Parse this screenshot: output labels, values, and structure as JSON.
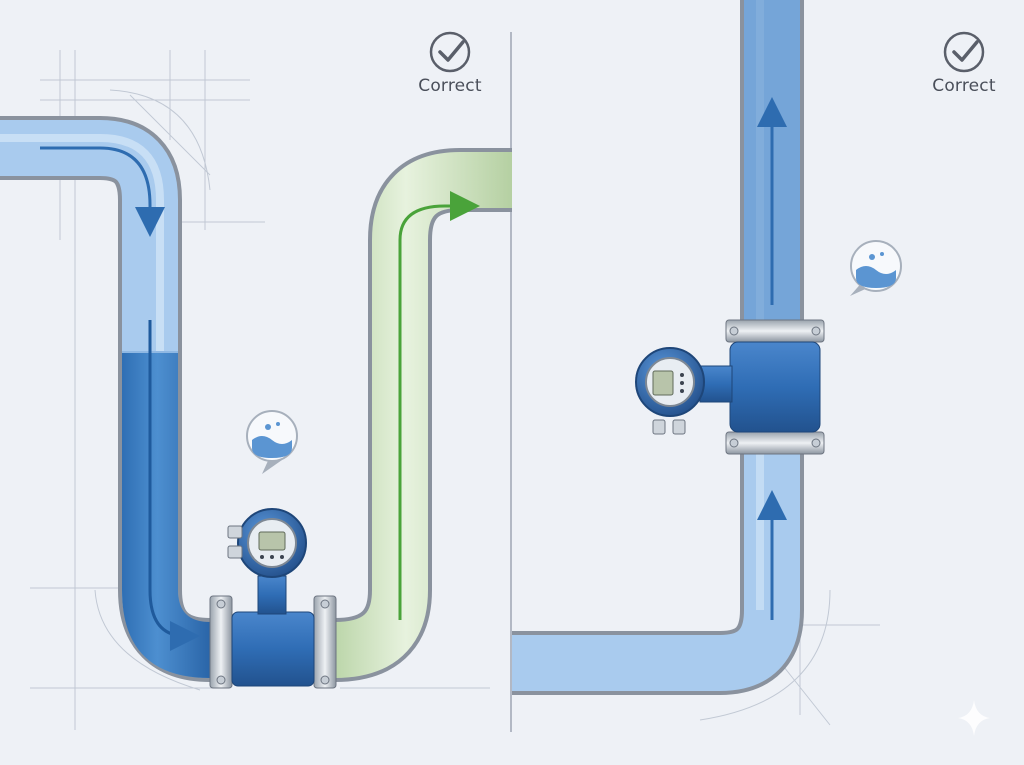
{
  "panels": [
    {
      "id": "left",
      "status_label": "Correct",
      "status_icon": "check-circle-icon",
      "note_icon": "liquid-bubble-icon"
    },
    {
      "id": "right",
      "status_label": "Correct",
      "status_icon": "check-circle-icon",
      "note_icon": "liquid-bubble-icon"
    }
  ],
  "colors": {
    "background": "#eef1f6",
    "pipe_blue": "#79aede",
    "liquid_blue": "#3f7fc4",
    "pipe_green": "#d4e7c7",
    "flow_arrow_green": "#4aa33a",
    "flow_arrow_blue": "#2e6cb0",
    "meter_body": "#2f6db5",
    "check_gray": "#5a5f6a"
  }
}
